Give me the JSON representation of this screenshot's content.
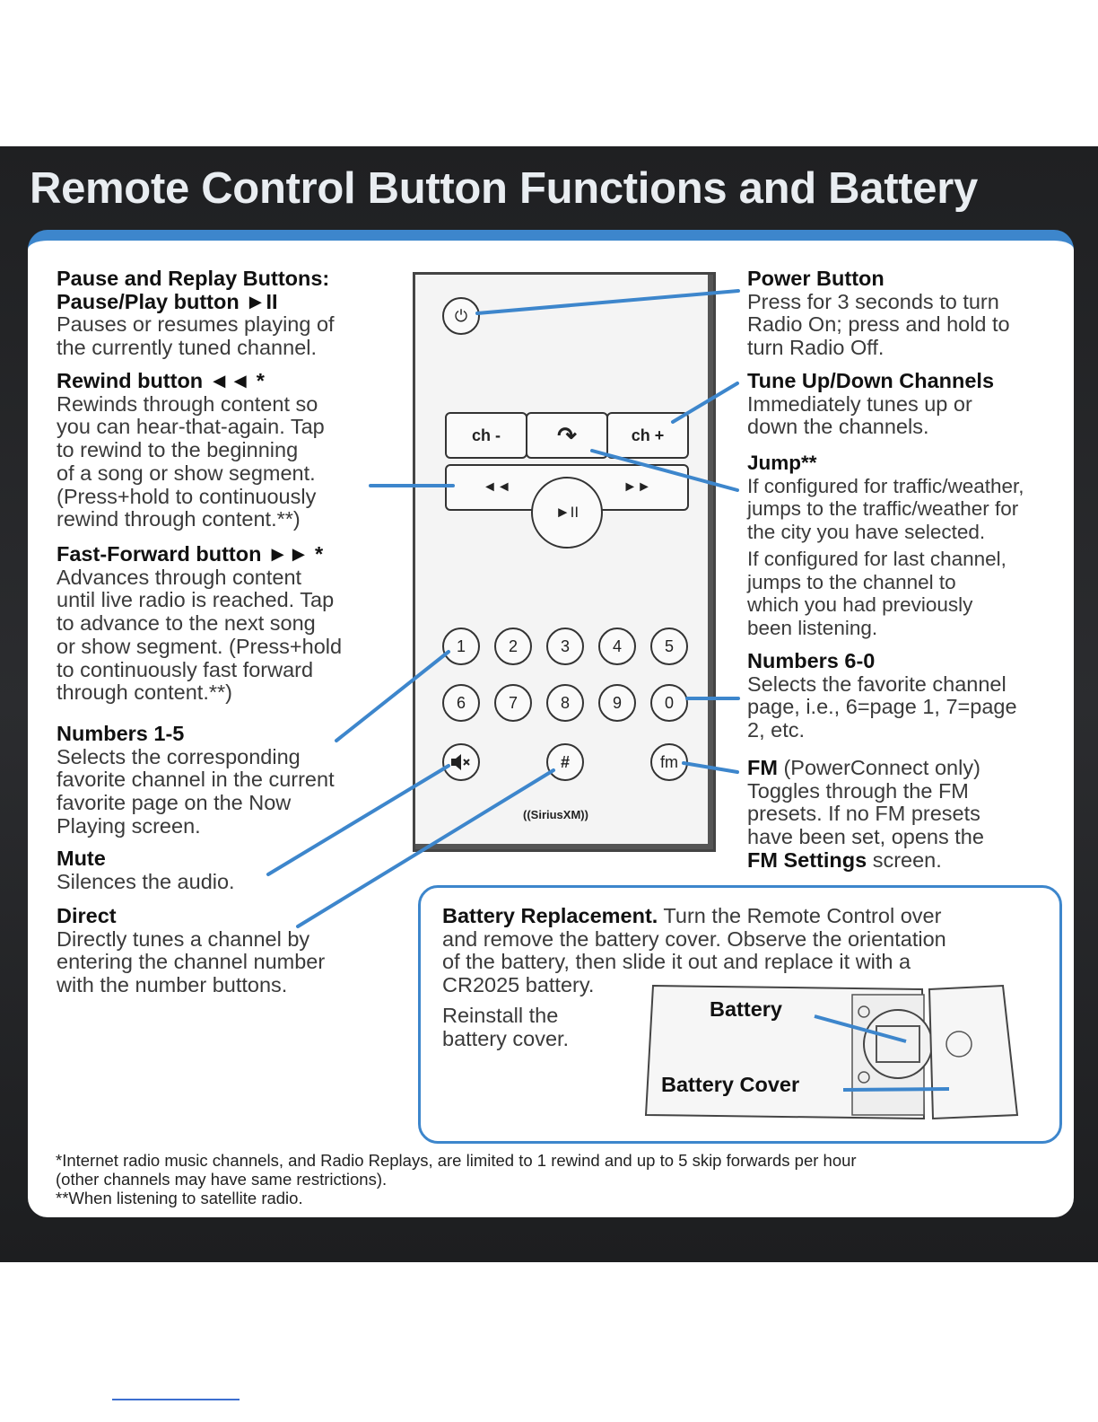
{
  "title": "Remote Control Button Functions and Battery",
  "left": {
    "pause_replay_heading": "Pause and Replay Buttons:",
    "pause_play": {
      "heading": "Pause/Play button ►II",
      "lines": [
        "Pauses or resumes playing of",
        "the currently tuned channel."
      ]
    },
    "rewind": {
      "heading": "Rewind button ◄◄ *",
      "lines": [
        "Rewinds through content so",
        "you can hear-that-again. Tap",
        "to rewind to the beginning",
        "of a song or show segment.",
        "(Press+hold to continuously",
        "rewind through content.**)"
      ]
    },
    "fast_forward": {
      "heading": "Fast-Forward button ►► *",
      "lines": [
        "Advances through content",
        "until live radio is reached. Tap",
        "to advance to the next song",
        "or show segment. (Press+hold",
        "to continuously fast forward",
        "through content.**)"
      ]
    },
    "numbers_1_5": {
      "heading": "Numbers 1-5",
      "lines": [
        "Selects the corresponding",
        "favorite channel in the current",
        "favorite page on the Now",
        "Playing screen."
      ]
    },
    "mute": {
      "heading": "Mute",
      "lines": [
        "Silences the audio."
      ]
    },
    "direct": {
      "heading": "Direct",
      "lines": [
        "Directly tunes a channel by",
        "entering the channel number",
        "with the number buttons."
      ]
    }
  },
  "right": {
    "power": {
      "heading": "Power Button",
      "lines": [
        "Press for 3 seconds to turn",
        "Radio On; press and hold to",
        "turn Radio Off."
      ]
    },
    "tune": {
      "heading": "Tune Up/Down Channels",
      "lines": [
        "Immediately tunes up or",
        "down the channels."
      ]
    },
    "jump": {
      "heading": "Jump**",
      "lines": [
        "If configured for traffic/weather,",
        "jumps to the traffic/weather for",
        "the city you have selected.",
        "If configured for last channel,",
        "jumps to the channel to",
        "which you had previously",
        "been listening."
      ]
    },
    "numbers_6_0": {
      "heading": "Numbers 6-0",
      "lines": [
        "Selects the favorite channel",
        "page, i.e., 6=page 1, 7=page",
        "2, etc."
      ]
    },
    "fm": {
      "heading": "FM",
      "heading_rest": " (PowerConnect only)",
      "lines": [
        "Toggles through the FM",
        "presets. If no FM presets",
        "have been set, opens the"
      ],
      "last_bold": "FM Settings",
      "last_rest": " screen."
    }
  },
  "remote": {
    "ch_minus": "ch -",
    "ch_plus": "ch +",
    "jump_glyph": "↷",
    "rew_glyph": "◄◄",
    "ff_glyph": "►►",
    "play_glyph": "►II",
    "numbers_row1": [
      "1",
      "2",
      "3",
      "4",
      "5"
    ],
    "numbers_row2": [
      "6",
      "7",
      "8",
      "9",
      "0"
    ],
    "hash": "#",
    "fm": "fm",
    "logo": "((SiriusXM))",
    "power_glyph": "⏻"
  },
  "battery": {
    "heading": "Battery Replacement.",
    "lines_first": " Turn the Remote Control over",
    "lines": [
      "and remove the battery cover. Observe the orientation",
      "of the battery, then slide it out and replace it with a",
      "CR2025 battery."
    ],
    "reinstall": [
      "Reinstall the",
      "battery cover."
    ],
    "label_battery": "Battery",
    "label_cover": "Battery Cover"
  },
  "footnotes": [
    "*Internet radio music channels, and Radio Replays, are limited to 1 rewind and up to 5 skip forwards per hour",
    "(other channels may have same restrictions).",
    "**When listening to satellite radio."
  ],
  "colors": {
    "accent": "#3d86cc",
    "banner": "#2a2b2e"
  }
}
